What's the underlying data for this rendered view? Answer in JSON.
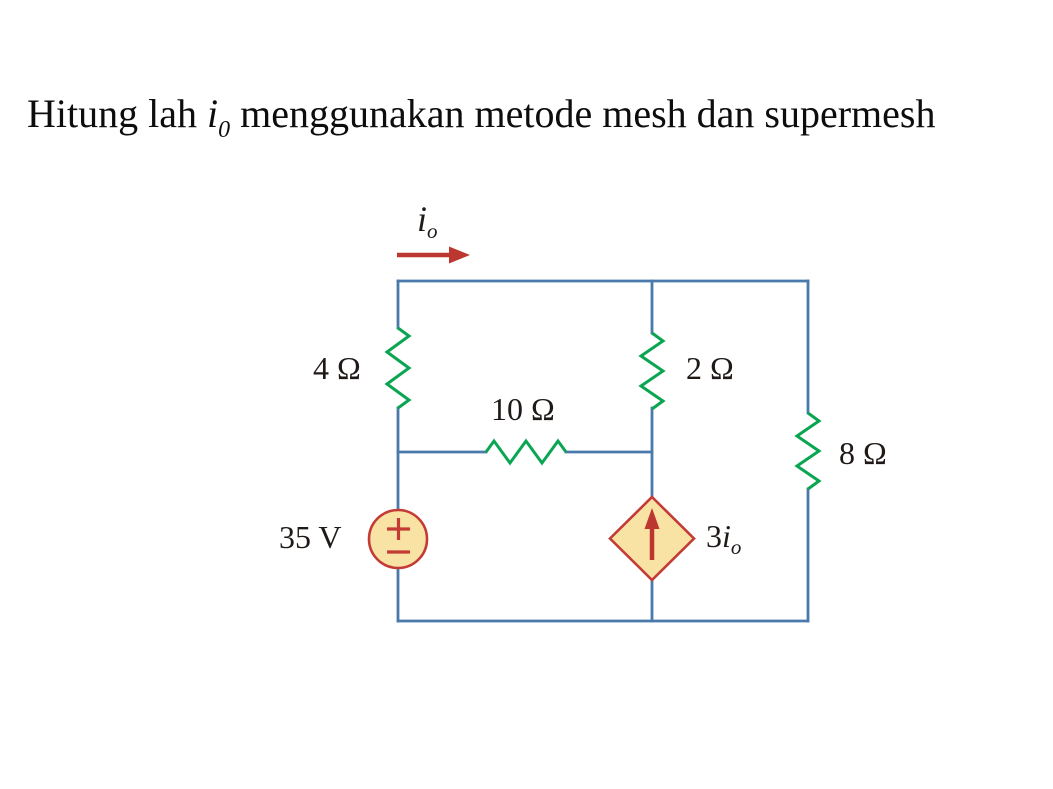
{
  "title": {
    "text_before": "Hitung lah ",
    "current_symbol": "i",
    "current_subscript": "0",
    "text_after": " menggunakan metode mesh dan supermesh"
  },
  "circuit": {
    "output_current": {
      "symbol": "i",
      "subscript": "o"
    },
    "resistors": {
      "left": "4 Ω",
      "middle": "2 Ω",
      "bridge": "10 Ω",
      "right": "8 Ω"
    },
    "voltage_source_label": "35 V",
    "dependent_source": {
      "coefficient": "3",
      "symbol": "i",
      "subscript": "o"
    },
    "colors": {
      "wire": "#4a7aab",
      "resistor": "#09a551",
      "source_outline": "#c43b35",
      "source_fill": "#f9e3a4",
      "arrow": "#bc372f",
      "label_text": "#1f1a17"
    }
  }
}
